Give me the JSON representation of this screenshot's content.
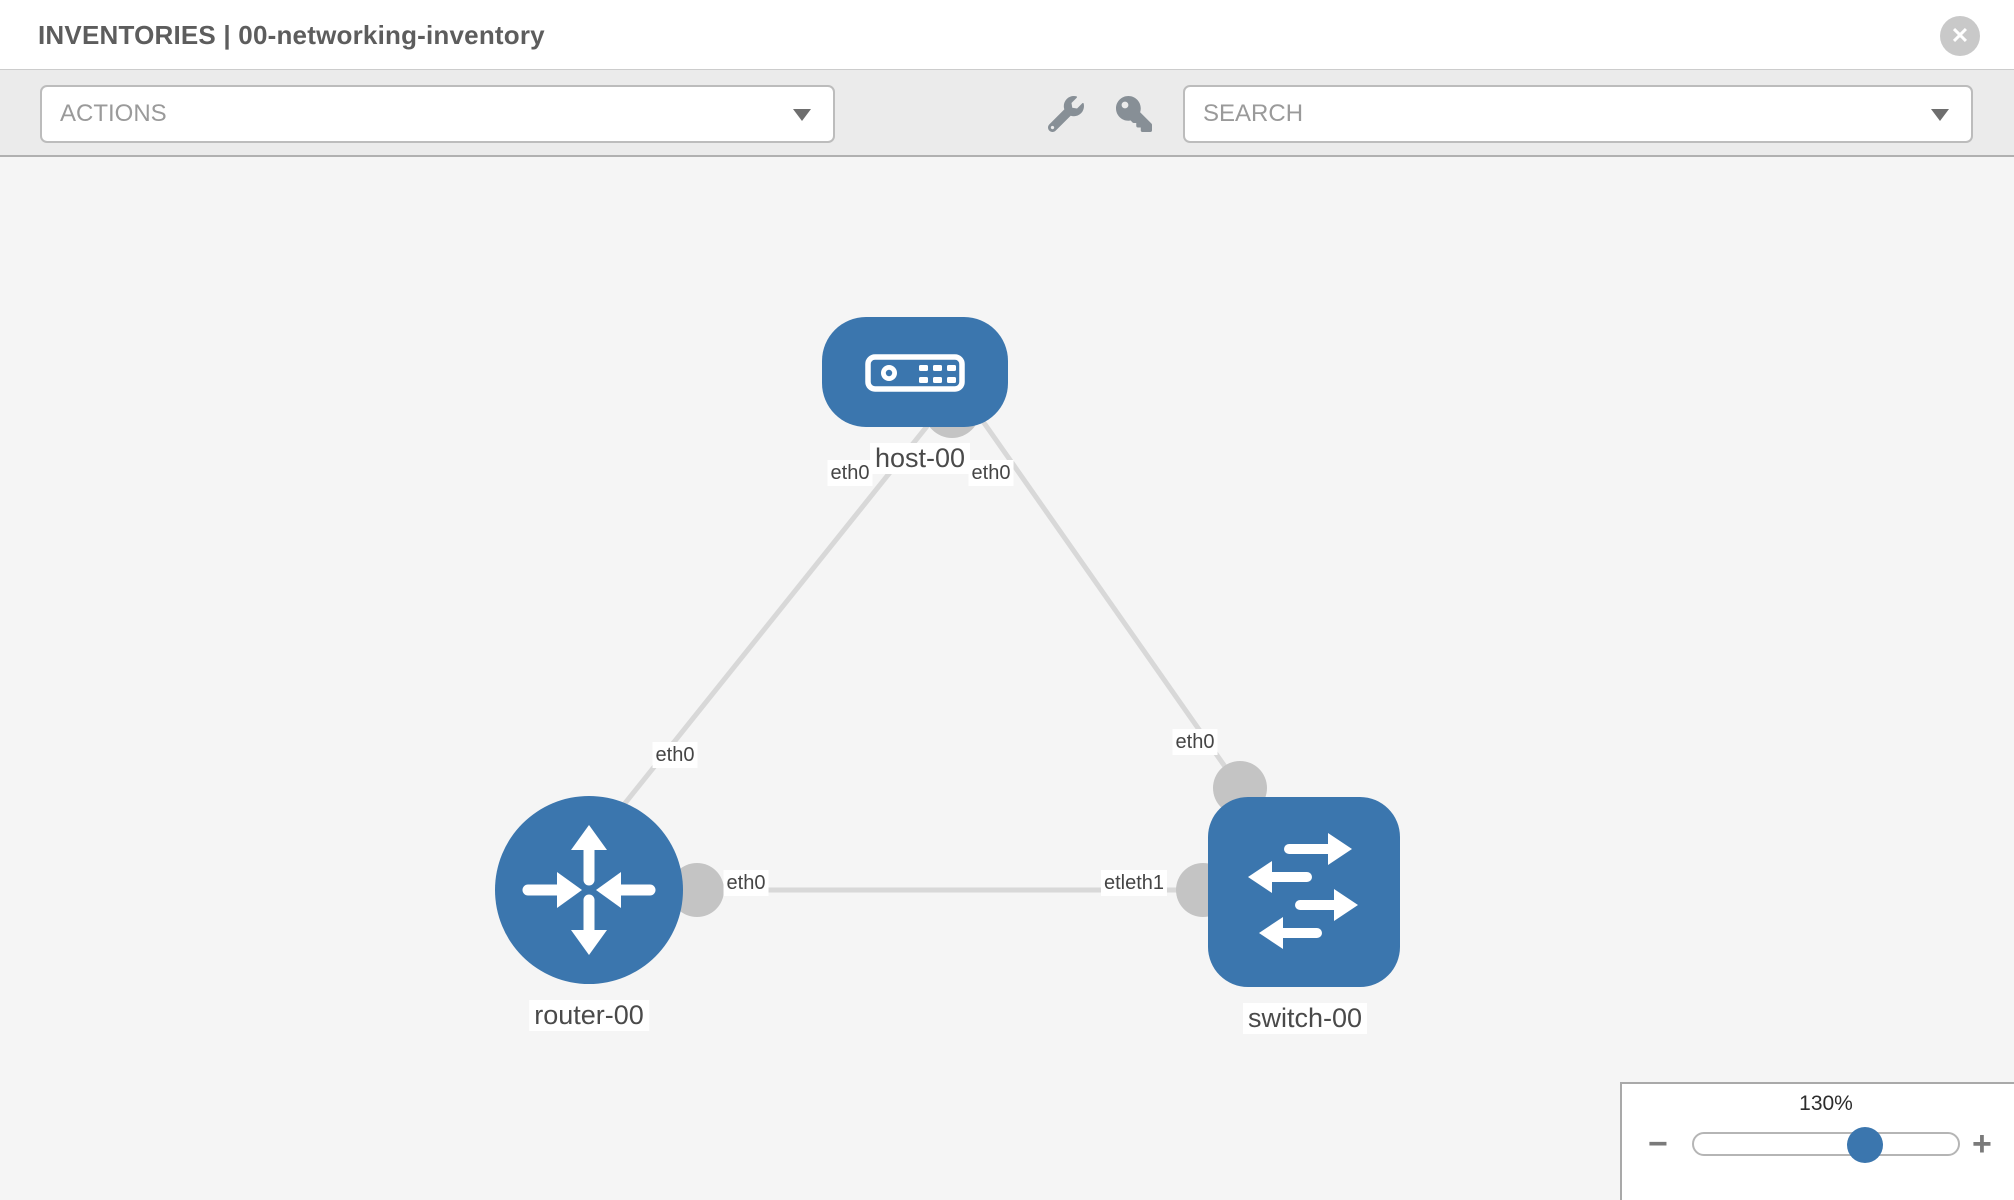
{
  "header": {
    "title": "INVENTORIES | 00-networking-inventory",
    "close_icon": "✕"
  },
  "toolbar": {
    "actions_placeholder": "ACTIONS",
    "search_placeholder": "SEARCH",
    "icons": [
      "wrench-icon",
      "key-icon"
    ]
  },
  "topology": {
    "nodes": [
      {
        "id": "host-00",
        "type": "host",
        "label": "host-00"
      },
      {
        "id": "router-00",
        "type": "router",
        "label": "router-00"
      },
      {
        "id": "switch-00",
        "type": "switch",
        "label": "switch-00"
      }
    ],
    "links": [
      {
        "from": "host-00",
        "to": "router-00",
        "from_interface": "eth0",
        "to_interface": "eth0"
      },
      {
        "from": "host-00",
        "to": "switch-00",
        "from_interface": "eth0",
        "to_interface": "eth0"
      },
      {
        "from": "router-00",
        "to": "switch-00",
        "from_interface": "eth0",
        "to_interface": "etleth1"
      }
    ]
  },
  "zoom_control": {
    "level": "130%",
    "minus_label": "−",
    "plus_label": "+"
  },
  "colors": {
    "node_blue": "#3b76ae",
    "link_gray": "#d8d8d8",
    "port_gray": "#c4c4c4",
    "canvas_bg": "#f5f5f5",
    "toolbar_bg": "#ebebeb"
  }
}
